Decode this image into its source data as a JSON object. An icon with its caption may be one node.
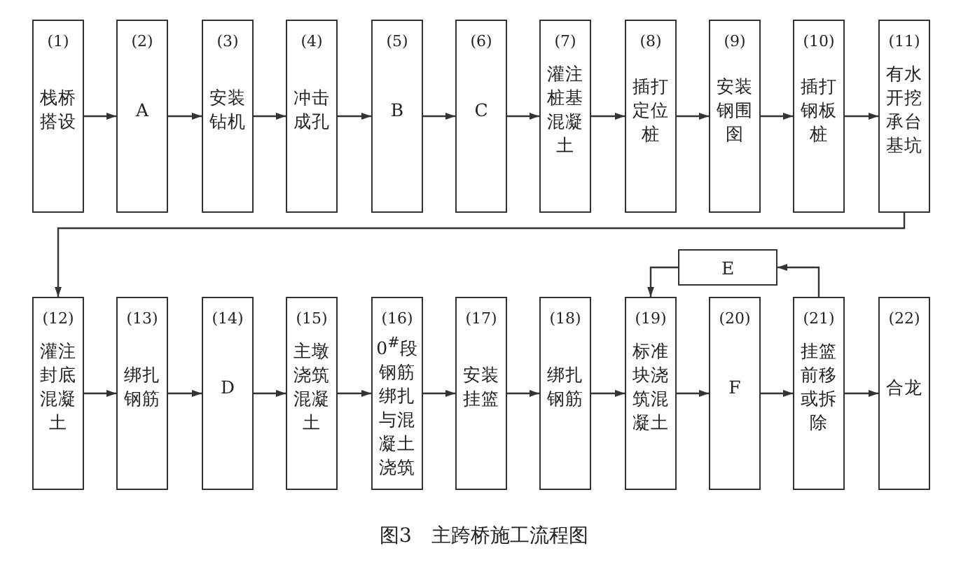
{
  "diagram": {
    "caption": "图3　主跨桥施工流程图",
    "nodes": [
      {
        "text": [
          "(1)",
          "栈桥搭设"
        ]
      },
      {
        "text": [
          "(2)",
          "A"
        ]
      },
      {
        "text": [
          "(3)",
          "安装钻机"
        ]
      },
      {
        "text": [
          "(4)",
          "冲击成孔"
        ]
      },
      {
        "text": [
          "(5)",
          "B"
        ]
      },
      {
        "text": [
          "(6)",
          "C"
        ]
      },
      {
        "text": [
          "(7)",
          "灌注桩基混凝土"
        ]
      },
      {
        "text": [
          "(8)",
          "插打定位桩"
        ]
      },
      {
        "text": [
          "(9)",
          "安装钢围囹"
        ]
      },
      {
        "text": [
          "(10)",
          "插打钢板桩"
        ]
      },
      {
        "text": [
          "(11)",
          "有水开挖承台基坑"
        ]
      },
      {
        "text": [
          "(12)",
          "灌注封底混凝土"
        ]
      },
      {
        "text": [
          "(13)",
          "绑扎钢筋"
        ]
      },
      {
        "text": [
          "(14)",
          "D"
        ]
      },
      {
        "text": [
          "(15)",
          "主墩浇筑混凝土"
        ]
      },
      {
        "text": [
          "(16)",
          "0$^{#}$段钢筋绑扎与混凝土浇筑"
        ]
      },
      {
        "text": [
          "(17)",
          "安装挂篮"
        ]
      },
      {
        "text": [
          "(18)",
          "绑扎钢筋"
        ]
      },
      {
        "text": [
          "(19)",
          "标准块浇筑混凝土"
        ]
      },
      {
        "text": [
          "(20)",
          "F"
        ]
      },
      {
        "text": [
          "(21)",
          "挂篮前移或拆除"
        ]
      },
      {
        "text": [
          "(22)",
          "合龙"
        ]
      },
      {
        "text": [
          "E"
        ]
      }
    ],
    "edges": [
      {
        "from": 0,
        "to": 1,
        "arrow": "to"
      },
      {
        "from": 1,
        "to": 2,
        "arrow": "to"
      },
      {
        "from": 2,
        "to": 3,
        "arrow": "to"
      },
      {
        "from": 3,
        "to": 4,
        "arrow": "to"
      },
      {
        "from": 4,
        "to": 5,
        "arrow": "to"
      },
      {
        "from": 5,
        "to": 6,
        "arrow": "to"
      },
      {
        "from": 6,
        "to": 7,
        "arrow": "to"
      },
      {
        "from": 7,
        "to": 8,
        "arrow": "to"
      },
      {
        "from": 8,
        "to": 9,
        "arrow": "to"
      },
      {
        "from": 9,
        "to": 10,
        "arrow": "to"
      },
      {
        "from": 10,
        "to": 11,
        "arrow": "to"
      },
      {
        "from": 11,
        "to": 12,
        "arrow": "to"
      },
      {
        "from": 12,
        "to": 13,
        "arrow": "to"
      },
      {
        "from": 13,
        "to": 14,
        "arrow": "to"
      },
      {
        "from": 14,
        "to": 15,
        "arrow": "to"
      },
      {
        "from": 15,
        "to": 16,
        "arrow": "to"
      },
      {
        "from": 16,
        "to": 17,
        "arrow": "to"
      },
      {
        "from": 17,
        "to": 18,
        "arrow": "to"
      },
      {
        "from": 18,
        "to": 19,
        "arrow": "to"
      },
      {
        "from": 19,
        "to": 20,
        "arrow": "to"
      },
      {
        "from": 20,
        "to": 21,
        "arrow": "to"
      },
      {
        "from": 20,
        "to": 22,
        "arrow": "to"
      },
      {
        "from": 22,
        "to": 18,
        "arrow": "to"
      }
    ]
  }
}
